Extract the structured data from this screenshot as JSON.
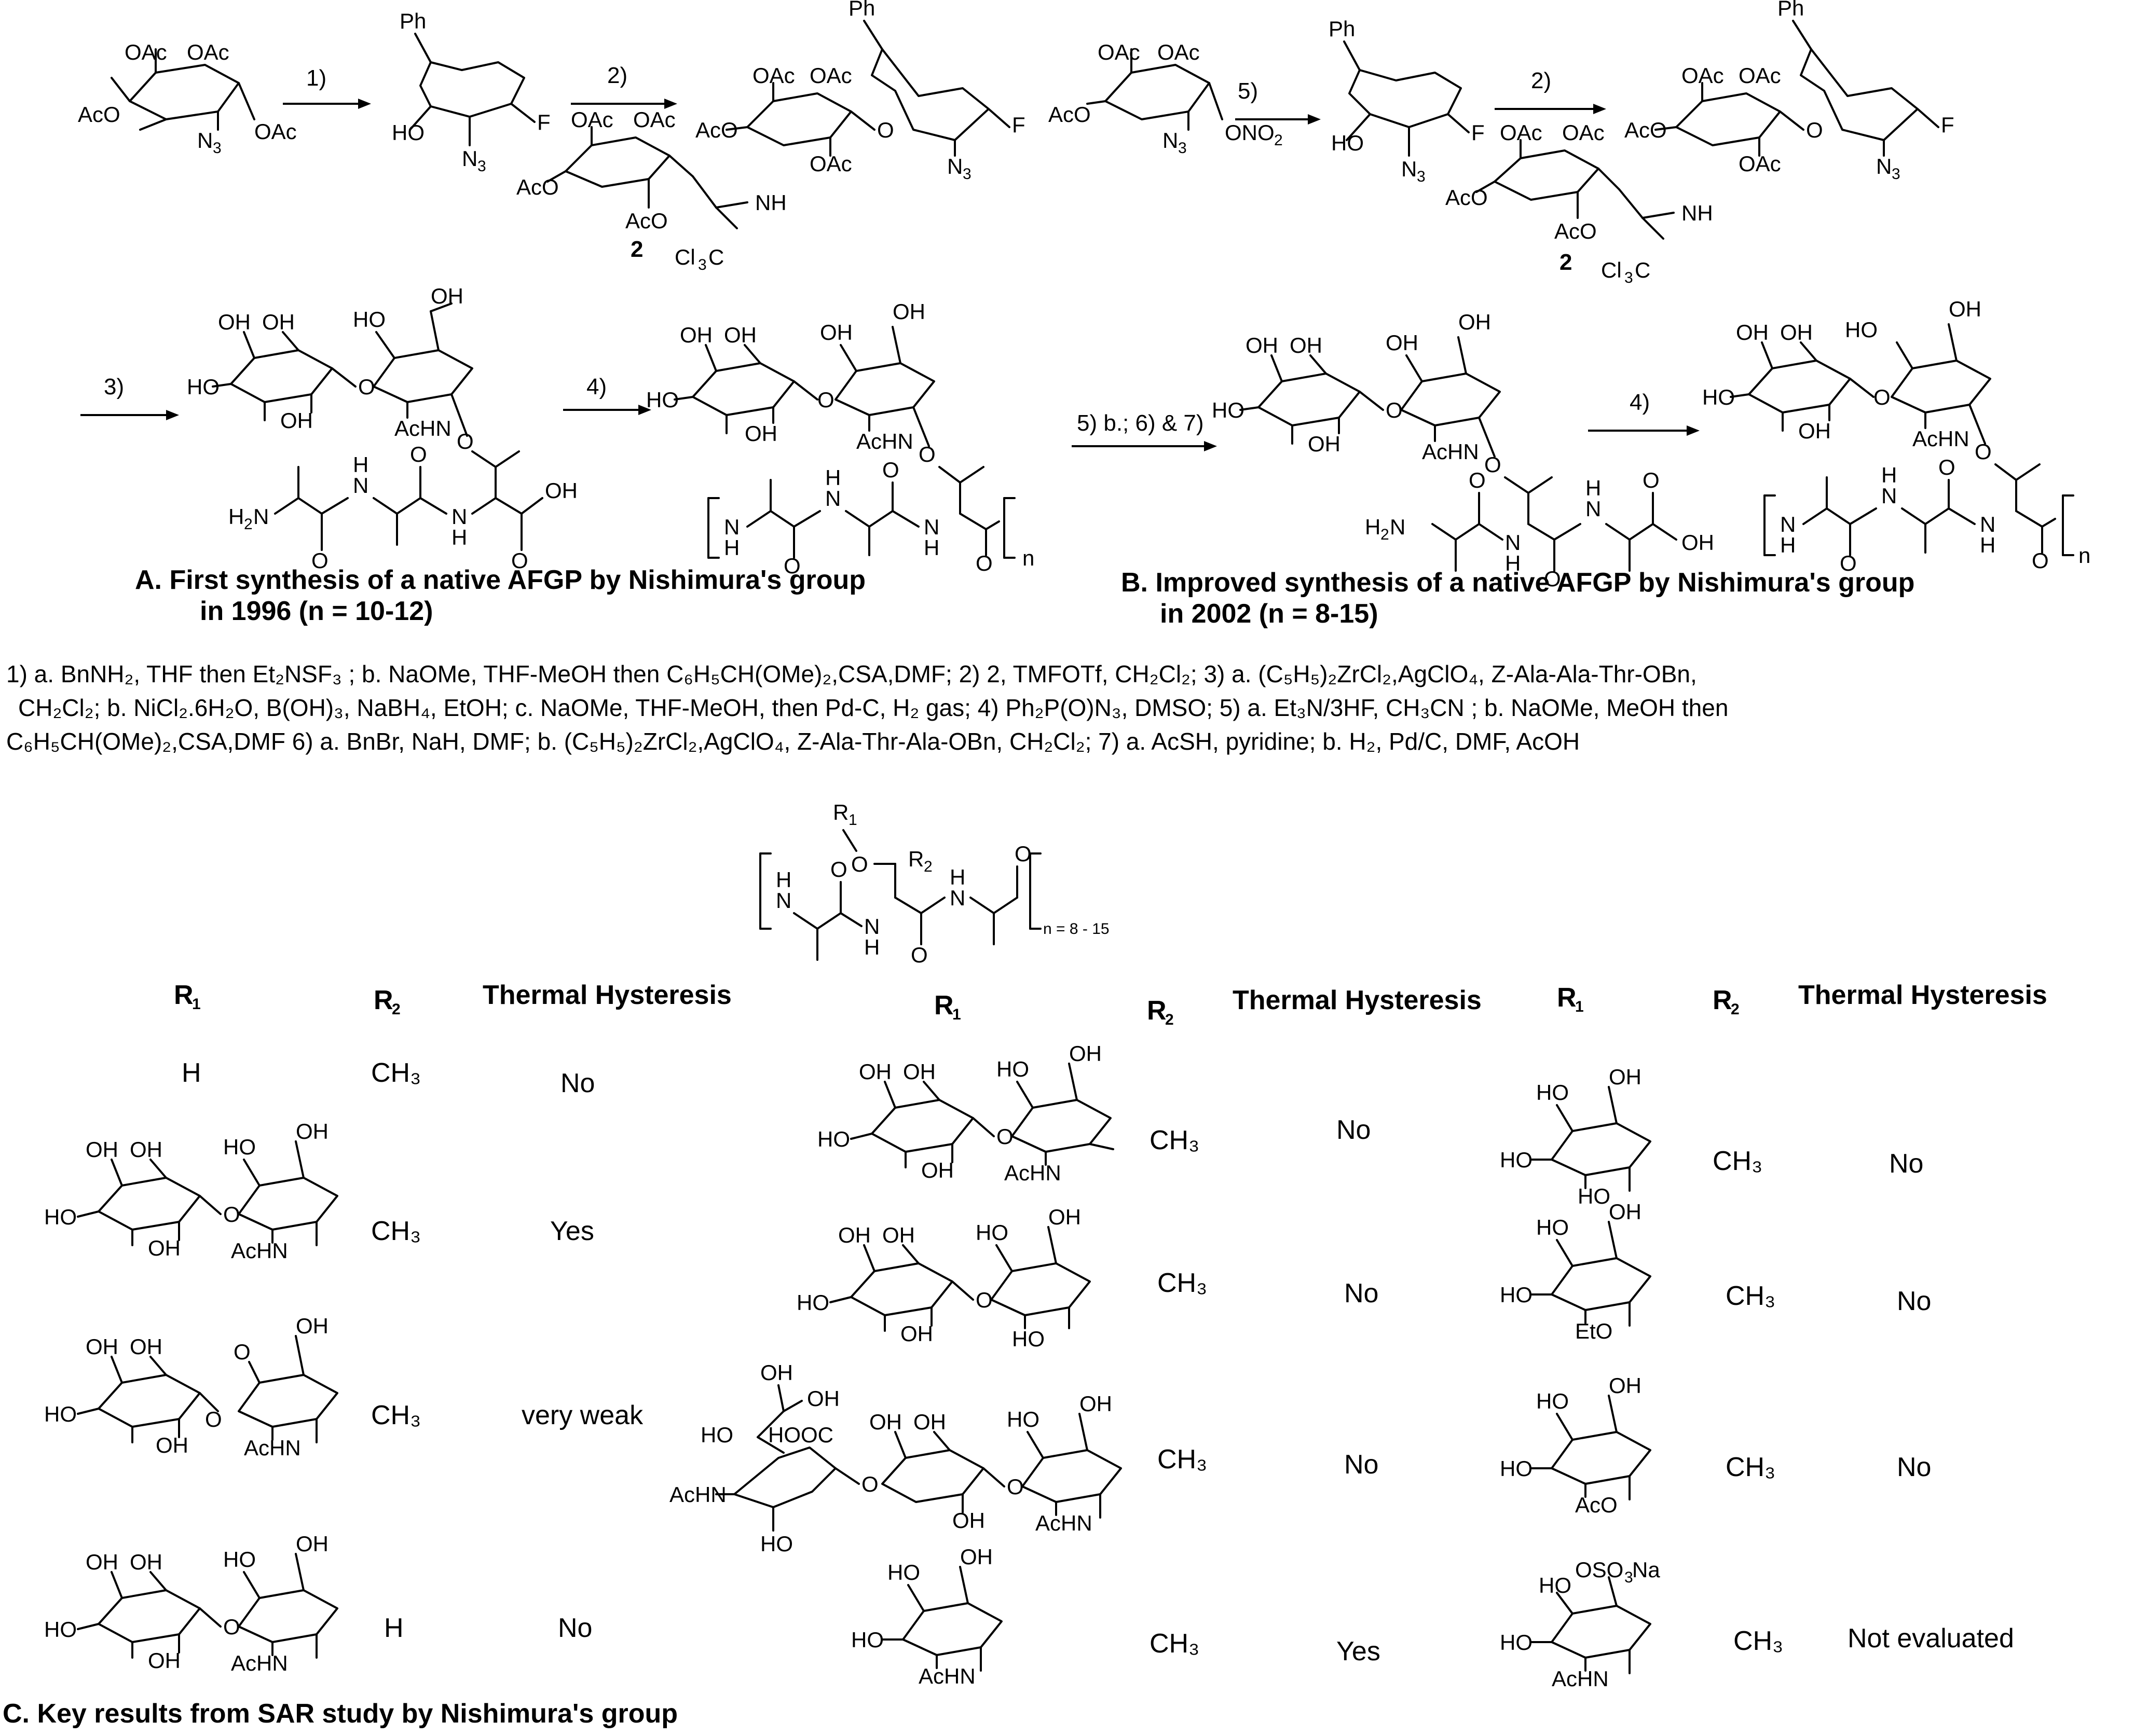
{
  "scheme": {
    "steps": {
      "s1": "1)",
      "s2": "2)",
      "s3": "3)",
      "s4": "4)",
      "s5": "5)",
      "s5b": "5) b.; 6) & 7)"
    },
    "labels": {
      "OAc": "OAc",
      "AcO": "AcO",
      "N3": "N",
      "N3sub": "3",
      "F": "F",
      "HO": "HO",
      "OH": "OH",
      "Ph": "Ph",
      "ONO2": "ONO",
      "ONO2sub": "2",
      "NH": "NH",
      "Cl3C": "Cl",
      "Cl3Csub": "3",
      "C": "C",
      "compound2": "2",
      "AcHN": "AcHN",
      "H2N": "H",
      "H2Nsub": "2",
      "N": "N",
      "H": "H",
      "O": "O",
      "n": "n",
      "EtO": "EtO",
      "AcO_small": "AcO",
      "OSO3Na": "OSO",
      "OSO3Na_sub": "3",
      "Na": "Na",
      "HOOC": "HOOC",
      "R1": "R",
      "R1sub": "1",
      "R2": "R",
      "R2sub": "2",
      "n_range": "n =  8 - 15"
    },
    "captionA": {
      "line1": "A. First synthesis of a native AFGP  by Nishimura's group",
      "line2": "in 1996 (n = 10-12)"
    },
    "captionB": {
      "line1": "B. Improved synthesis of a native AFGP  by Nishimura's group",
      "line2": "in 2002 (n = 8-15)"
    },
    "conditions": {
      "line1": "1) a. BnNH₂, THF then Et₂NSF₃ ; b. NaOMe, THF-MeOH then C₆H₅CH(OMe)₂,CSA,DMF; 2)  2, TMFOTf, CH₂Cl₂; 3) a. (C₅H₅)₂ZrCl₂,AgClO₄,  Z-Ala-Ala-Thr-OBn,",
      "line2": "CH₂Cl₂; b. NiCl₂.6H₂O,  B(OH)₃, NaBH₄, EtOH; c. NaOMe, THF-MeOH, then Pd-C, H₂ gas; 4)  Ph₂P(O)N₃, DMSO; 5) a. Et₃N/3HF, CH₃CN ; b. NaOMe, MeOH then",
      "line3": "C₆H₅CH(OMe)₂,CSA,DMF 6) a. BnBr, NaH,      DMF; b. (C₅H₅)₂ZrCl₂,AgClO₄,  Z-Ala-Thr-Ala-OBn, CH₂Cl₂; 7) a. AcSH, pyridine; b. H₂, Pd/C, DMF, AcOH"
    },
    "sar": {
      "headers": {
        "R1": "R",
        "R1sub": "1",
        "R2": "R",
        "R2sub": "2",
        "TH": "Thermal Hysteresis"
      },
      "col1": [
        {
          "r1": "H",
          "r2": "CH₃",
          "th": "No"
        },
        {
          "r1": "",
          "r2": "CH₃",
          "th": "Yes"
        },
        {
          "r1": "",
          "r2": "CH₃",
          "th": "very weak"
        },
        {
          "r1": "",
          "r2": "H",
          "th": "No"
        }
      ],
      "col2": [
        {
          "r2": "CH₃",
          "th": "No"
        },
        {
          "r2": "CH₃",
          "th": "No"
        },
        {
          "r2": "CH₃",
          "th": "No"
        },
        {
          "r2": "CH₃",
          "th": "Yes"
        }
      ],
      "col3": [
        {
          "r2": "CH₃",
          "th": "No"
        },
        {
          "r2": "CH₃",
          "th": "No"
        },
        {
          "r2": "CH₃",
          "th": "No"
        },
        {
          "r2": "CH₃",
          "th": "Not evaluated"
        }
      ]
    },
    "captionC": "C. Key results from SAR study by Nishimura's group"
  }
}
